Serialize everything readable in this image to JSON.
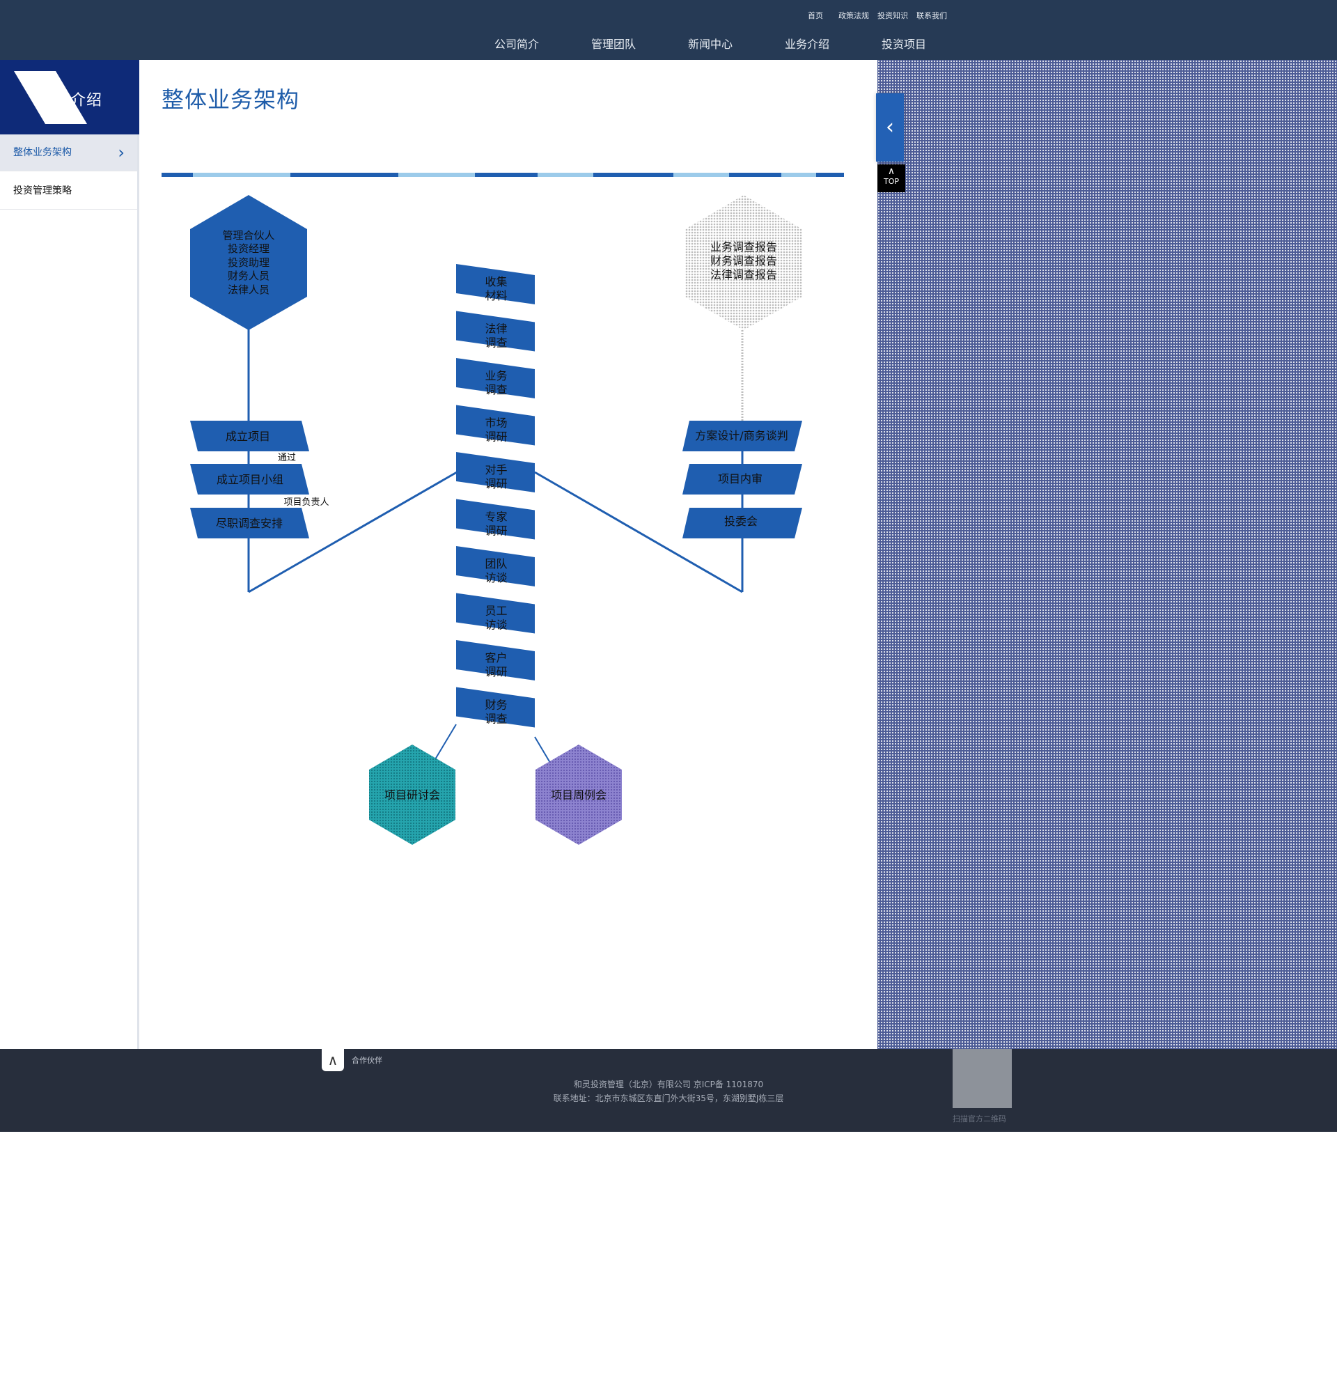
{
  "header": {
    "top_links": [
      "首页",
      "政策法规",
      "投资知识",
      "联系我们"
    ],
    "nav": [
      "公司简介",
      "管理团队",
      "新闻中心",
      "业务介绍",
      "投资项目"
    ]
  },
  "sidebar": {
    "title": "业务介绍",
    "items": [
      {
        "label": "整体业务架构",
        "active": true
      },
      {
        "label": "投资管理策略",
        "active": false
      }
    ]
  },
  "main": {
    "title": "整体业务架构"
  },
  "diagram": {
    "team_hex": [
      "管理合伙人",
      "投资经理",
      "投资助理",
      "财务人员",
      "法律人员"
    ],
    "report_hex": [
      "业务调查报告",
      "财务调查报告",
      "法律调查报告"
    ],
    "left_steps": [
      "成立项目",
      "成立项目小组",
      "尽职调查安排"
    ],
    "left_notes": [
      "通过",
      "项目负责人"
    ],
    "center_steps": [
      [
        "收集",
        "材料"
      ],
      [
        "法律",
        "调查"
      ],
      [
        "业务",
        "调查"
      ],
      [
        "市场",
        "调研"
      ],
      [
        "对手",
        "调研"
      ],
      [
        "专家",
        "调研"
      ],
      [
        "团队",
        "访谈"
      ],
      [
        "员工",
        "访谈"
      ],
      [
        "客户",
        "调研"
      ],
      [
        "财务",
        "调查"
      ]
    ],
    "right_steps": [
      "方案设计/商务谈判",
      "项目内审",
      "投委会"
    ],
    "bottom_hex": [
      "项目研讨会",
      "项目周例会"
    ],
    "colors": {
      "primary": "#1f5eb0",
      "teal": "#1e9aa3",
      "purple": "#7f6fc4",
      "gray": "#d6d6d6"
    }
  },
  "widgets": {
    "back_icon": "chevron-left-icon",
    "top_label": "TOP"
  },
  "footer": {
    "partner_label": "合作伙伴",
    "line1": "和灵投资管理（北京）有限公司 京ICP备 1101870",
    "line2": "联系地址：北京市东城区东直门外大街35号，东湖别墅J栋三层",
    "qr_label": "扫描官方二维码"
  }
}
